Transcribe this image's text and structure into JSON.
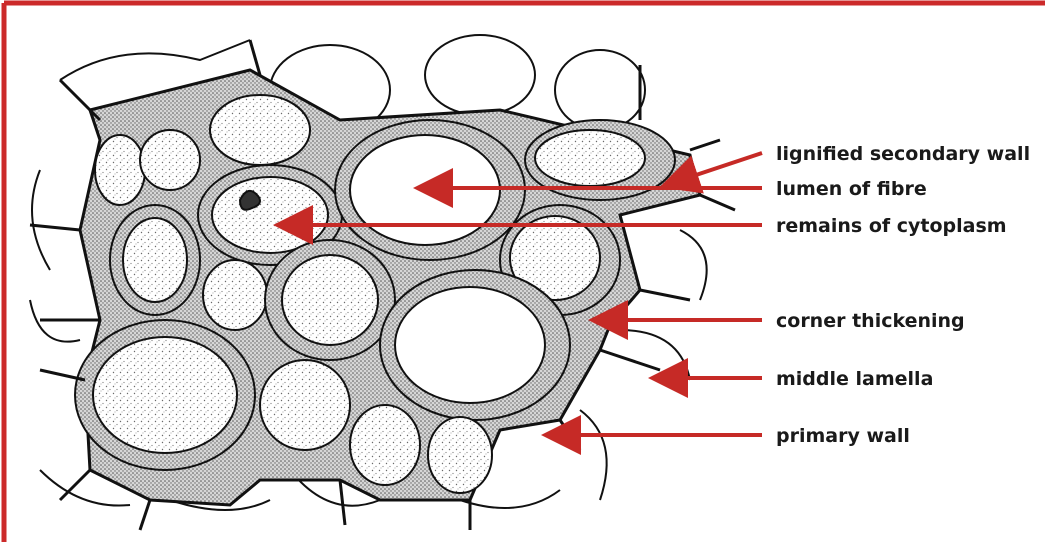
{
  "diagram": {
    "frame_color": "#cc2a2a",
    "arrow_color": "#c62a26",
    "wall_color": "#8a8a8a",
    "line_color": "#111111",
    "labels": [
      {
        "id": "lignified-secondary-wall",
        "text": "lignified secondary wall"
      },
      {
        "id": "lumen-of-fibre",
        "text": "lumen of fibre"
      },
      {
        "id": "remains-of-cytoplasm",
        "text": "remains of cytoplasm"
      },
      {
        "id": "corner-thickening",
        "text": "corner thickening"
      },
      {
        "id": "middle-lamella",
        "text": "middle lamella"
      },
      {
        "id": "primary-wall",
        "text": "primary wall"
      }
    ]
  }
}
